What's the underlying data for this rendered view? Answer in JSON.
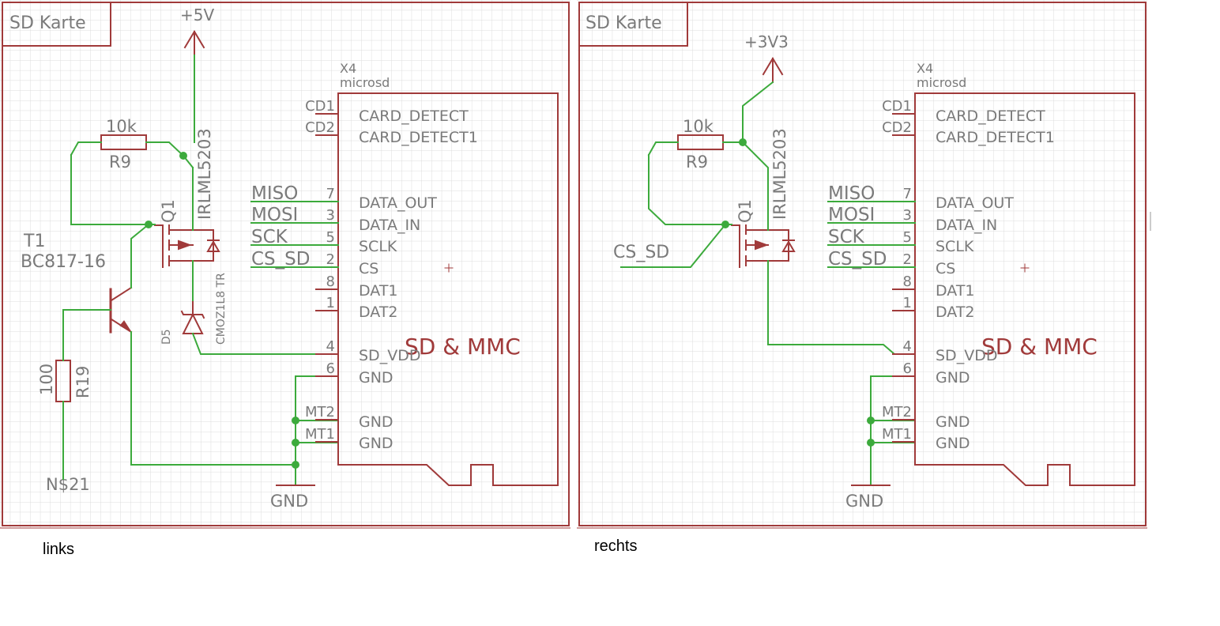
{
  "captions": {
    "left": "links",
    "right": "rechts"
  },
  "colors": {
    "grid": "#dcdcdc",
    "part": "#a03a3a",
    "wire": "#3caa3c",
    "junction": "#3caa3c",
    "label": "#7a7a7a"
  },
  "left": {
    "title": "SD Karte",
    "supply": "+5V",
    "gnd": "GND",
    "r9": {
      "value": "10k",
      "name": "R9"
    },
    "q1": {
      "name": "Q1",
      "value": "IRLML5203"
    },
    "d5": {
      "name": "D5",
      "value": "CMOZ1L8 TR"
    },
    "t1": {
      "name": "T1",
      "value": "BC817-16"
    },
    "r19": {
      "value": "100",
      "name": "R19"
    },
    "net": "N$21"
  },
  "right": {
    "title": "SD Karte",
    "supply": "+3V3",
    "gnd": "GND",
    "r9": {
      "value": "10k",
      "name": "R9"
    },
    "q1": {
      "name": "Q1",
      "value": "IRLML5203"
    },
    "cs_net": "CS_SD"
  },
  "socket": {
    "ref": "X4",
    "value": "microsd",
    "part_label": "SD & MMC",
    "pins": [
      {
        "num": "CD1",
        "name": "CARD_DETECT",
        "net": ""
      },
      {
        "num": "CD2",
        "name": "CARD_DETECT1",
        "net": ""
      },
      {
        "num": "7",
        "name": "DATA_OUT",
        "net": "MISO"
      },
      {
        "num": "3",
        "name": "DATA_IN",
        "net": "MOSI"
      },
      {
        "num": "5",
        "name": "SCLK",
        "net": "SCK"
      },
      {
        "num": "2",
        "name": "CS",
        "net": "CS_SD"
      },
      {
        "num": "8",
        "name": "DAT1",
        "net": ""
      },
      {
        "num": "1",
        "name": "DAT2",
        "net": ""
      },
      {
        "num": "4",
        "name": "SD_VDD",
        "net": ""
      },
      {
        "num": "6",
        "name": "GND",
        "net": ""
      },
      {
        "num": "MT2",
        "name": "GND",
        "net": ""
      },
      {
        "num": "MT1",
        "name": "GND",
        "net": ""
      }
    ]
  }
}
